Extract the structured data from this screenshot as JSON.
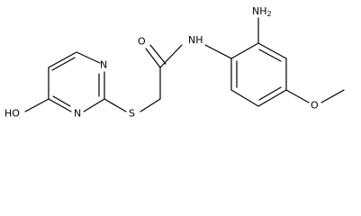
{
  "labels": {
    "nh2": "NH2",
    "nh2_main": "NH",
    "nh2_sub": "2",
    "carbonyl_o": "O",
    "amide_n": "N",
    "amide_h": "H",
    "pyr_n_top": "N",
    "pyr_n_bottom": "N",
    "thioether_s": "S",
    "hydroxy": "HO",
    "methoxy_o": "O"
  }
}
